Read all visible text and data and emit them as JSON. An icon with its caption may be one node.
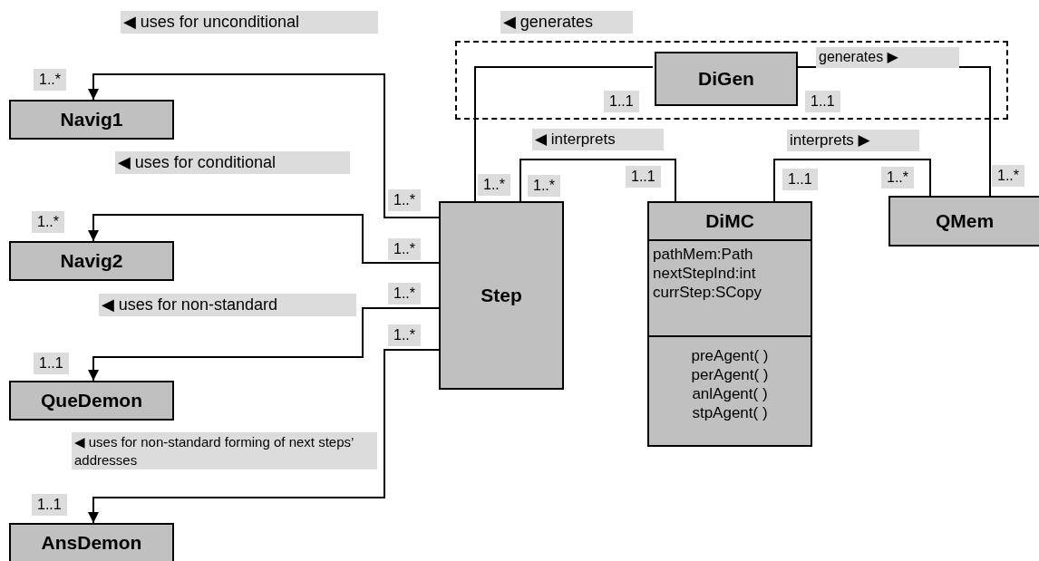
{
  "diagram": {
    "nodes": [
      {
        "text": [
          "Navig1"
        ]
      },
      {
        "text": [
          "Navig2"
        ]
      },
      {
        "text": [
          "QueDemon"
        ]
      },
      {
        "text": [
          "AnsDemon"
        ]
      },
      {
        "text": [
          "Step"
        ]
      },
      {
        "text": [],
        "shape": "box"
      },
      {
        "text": [
          "DiGen"
        ],
        "in": 5
      },
      {
        "text": [
          "DiMC",
          "pathMem:Path nextStepInd:int currStep:SCopy",
          "preAgent( ) perAgent( ) anlAgent( ) stpAgent( )"
        ]
      },
      {
        "text": [
          "QMem"
        ]
      }
    ],
    "edges": [
      {
        "from": 4,
        "to": 0,
        "arrow": "to",
        "label": "◀ uses for unconditional"
      },
      {
        "from": 4,
        "to": 1,
        "arrow": "to",
        "label": "◀ uses for conditional"
      },
      {
        "from": 4,
        "to": 2,
        "arrow": "to",
        "label": "◀ uses for non-standard"
      },
      {
        "from": 4,
        "to": 3,
        "arrow": "to",
        "label": "◀ uses for non-standard forming of next steps’ addresses"
      },
      {
        "from": 6,
        "to": 4,
        "arrow": "none",
        "label": "◀ generates"
      },
      {
        "from": 6,
        "to": 8,
        "arrow": "none",
        "label": "generates ▶"
      },
      {
        "from": 7,
        "to": 4,
        "arrow": "none",
        "label": "◀ interprets"
      },
      {
        "from": 7,
        "to": 8,
        "arrow": "none",
        "label": "interprets ▶"
      }
    ],
    "labels": [
      "1..*",
      "1..1",
      "1..1",
      "1..1",
      "1..*",
      "1..*",
      "1..1",
      "1..*",
      "1..*",
      "1..*",
      "1..*",
      "1..*",
      "1..*",
      "1..*",
      "1..1",
      "1..1"
    ]
  }
}
